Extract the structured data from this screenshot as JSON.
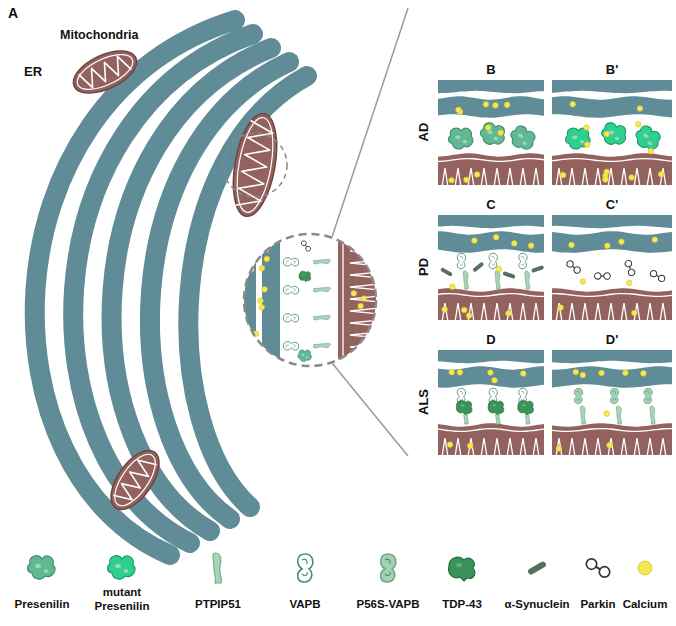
{
  "diagram": {
    "labels": [
      "A",
      "ER",
      "Mitochondria",
      "B",
      "B'",
      "AD",
      "C",
      "C'",
      "PD",
      "D",
      "D'",
      "ALS"
    ],
    "legend": [
      {
        "text": "Presenilin"
      },
      {
        "text": "mutant Presenilin"
      },
      {
        "text": "PTPIP51"
      },
      {
        "text": "VAPB"
      },
      {
        "text": "P56S-VAPB"
      },
      {
        "text": "TDP-43"
      },
      {
        "text": "α-Synuclein"
      },
      {
        "text": "Parkin"
      },
      {
        "text": "Calcium",
        "color": "#f6e84f"
      }
    ]
  }
}
